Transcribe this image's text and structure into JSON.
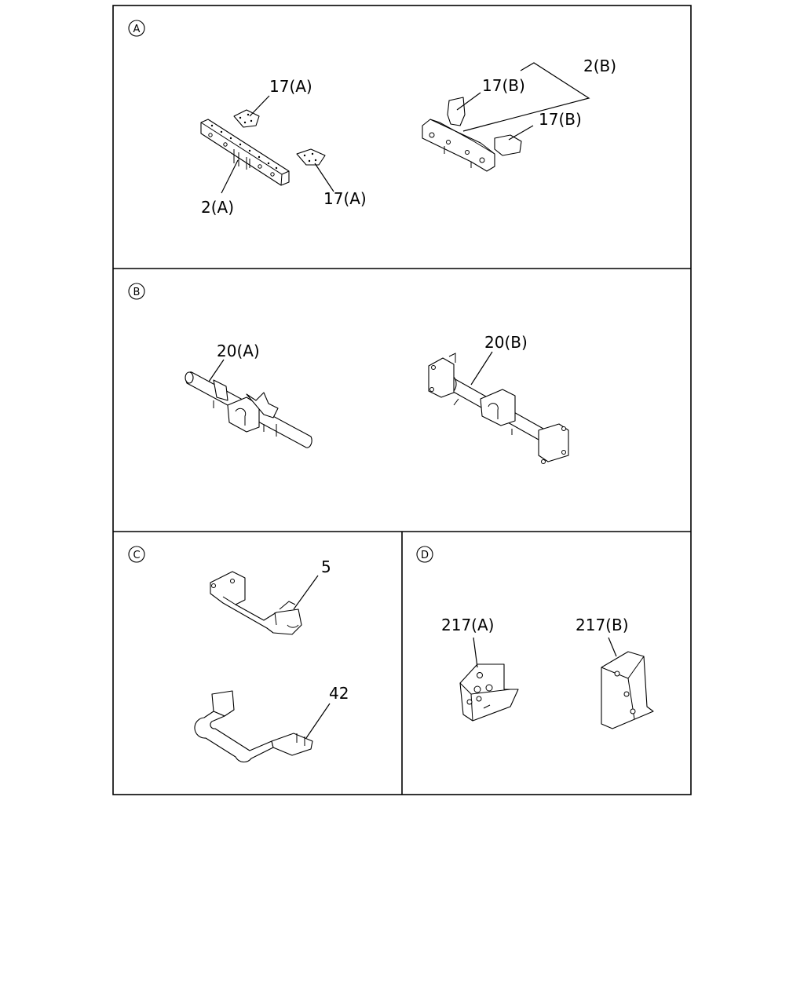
{
  "sections": [
    {
      "id": "A",
      "letter": "A"
    },
    {
      "id": "B",
      "letter": "B"
    },
    {
      "id": "C",
      "letter": "C"
    },
    {
      "id": "D",
      "letter": "D"
    }
  ],
  "labels": {
    "a_17a_top": "17(A)",
    "a_17a_bottom": "17(A)",
    "a_2a": "2(A)",
    "a_2b": "2(B)",
    "a_17b_top": "17(B)",
    "a_17b_bottom": "17(B)",
    "b_20a": "20(A)",
    "b_20b": "20(B)",
    "c_5": "5",
    "c_42": "42",
    "d_217a": "217(A)",
    "d_217b": "217(B)"
  }
}
